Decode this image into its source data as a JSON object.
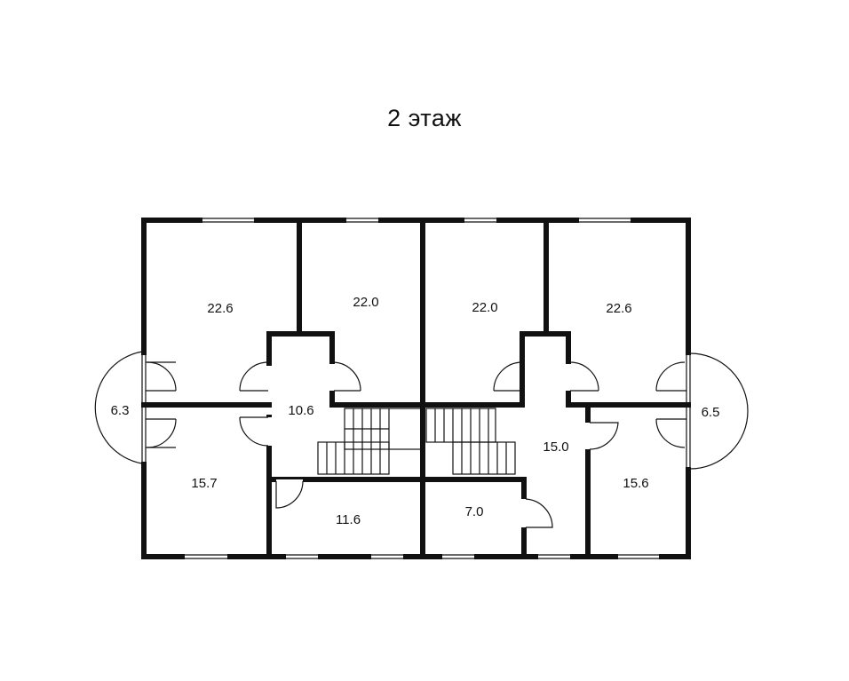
{
  "title": "2 этаж",
  "rooms": [
    {
      "id": "room-1",
      "area": "22.6"
    },
    {
      "id": "room-2",
      "area": "22.0"
    },
    {
      "id": "room-3",
      "area": "22.0"
    },
    {
      "id": "room-4",
      "area": "22.6"
    },
    {
      "id": "balcony-left",
      "area": "6.3"
    },
    {
      "id": "balcony-right",
      "area": "6.5"
    },
    {
      "id": "hall-left",
      "area": "10.6"
    },
    {
      "id": "room-5",
      "area": "15.7"
    },
    {
      "id": "room-6",
      "area": "11.6"
    },
    {
      "id": "room-7",
      "area": "7.0"
    },
    {
      "id": "hall-right",
      "area": "15.0"
    },
    {
      "id": "room-8",
      "area": "15.6"
    }
  ]
}
